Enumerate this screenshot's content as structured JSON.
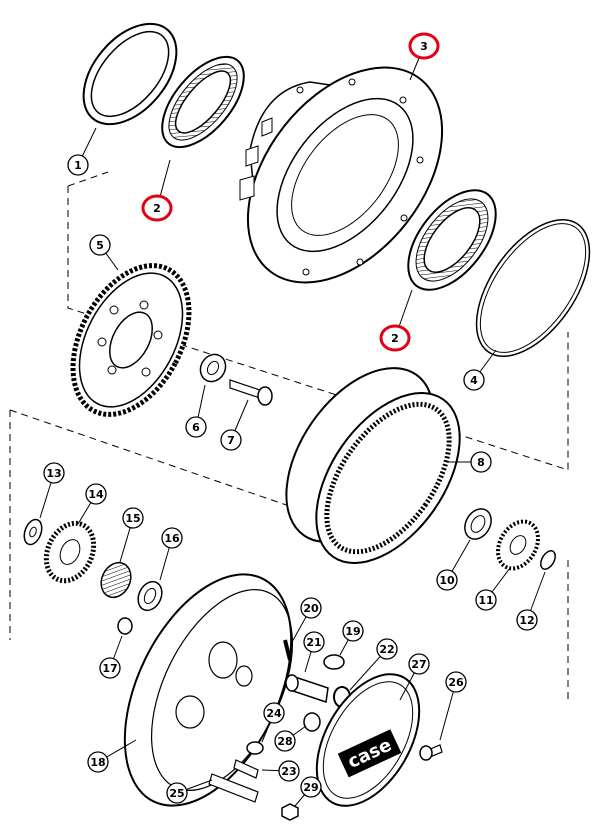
{
  "callouts": [
    {
      "id": "c1",
      "label": "1",
      "highlighted": false
    },
    {
      "id": "c2a",
      "label": "2",
      "highlighted": true
    },
    {
      "id": "c2b",
      "label": "2",
      "highlighted": true
    },
    {
      "id": "c3",
      "label": "3",
      "highlighted": true
    },
    {
      "id": "c4",
      "label": "4",
      "highlighted": false
    },
    {
      "id": "c5",
      "label": "5",
      "highlighted": false
    },
    {
      "id": "c6",
      "label": "6",
      "highlighted": false
    },
    {
      "id": "c7",
      "label": "7",
      "highlighted": false
    },
    {
      "id": "c8",
      "label": "8",
      "highlighted": false
    },
    {
      "id": "c10",
      "label": "10",
      "highlighted": false
    },
    {
      "id": "c11",
      "label": "11",
      "highlighted": false
    },
    {
      "id": "c12",
      "label": "12",
      "highlighted": false
    },
    {
      "id": "c13",
      "label": "13",
      "highlighted": false
    },
    {
      "id": "c14",
      "label": "14",
      "highlighted": false
    },
    {
      "id": "c15",
      "label": "15",
      "highlighted": false
    },
    {
      "id": "c16",
      "label": "16",
      "highlighted": false
    },
    {
      "id": "c17",
      "label": "17",
      "highlighted": false
    },
    {
      "id": "c18",
      "label": "18",
      "highlighted": false
    },
    {
      "id": "c19",
      "label": "19",
      "highlighted": false
    },
    {
      "id": "c20",
      "label": "20",
      "highlighted": false
    },
    {
      "id": "c21",
      "label": "21",
      "highlighted": false
    },
    {
      "id": "c22",
      "label": "22",
      "highlighted": false
    },
    {
      "id": "c23",
      "label": "23",
      "highlighted": false
    },
    {
      "id": "c24",
      "label": "24",
      "highlighted": false
    },
    {
      "id": "c25",
      "label": "25",
      "highlighted": false
    },
    {
      "id": "c26",
      "label": "26",
      "highlighted": false
    },
    {
      "id": "c27",
      "label": "27",
      "highlighted": false
    },
    {
      "id": "c28",
      "label": "28",
      "highlighted": false
    },
    {
      "id": "c29",
      "label": "29",
      "highlighted": false
    }
  ],
  "logo_text": "case",
  "colors": {
    "line": "#000000",
    "highlight": "#e3000f",
    "background": "#ffffff"
  }
}
